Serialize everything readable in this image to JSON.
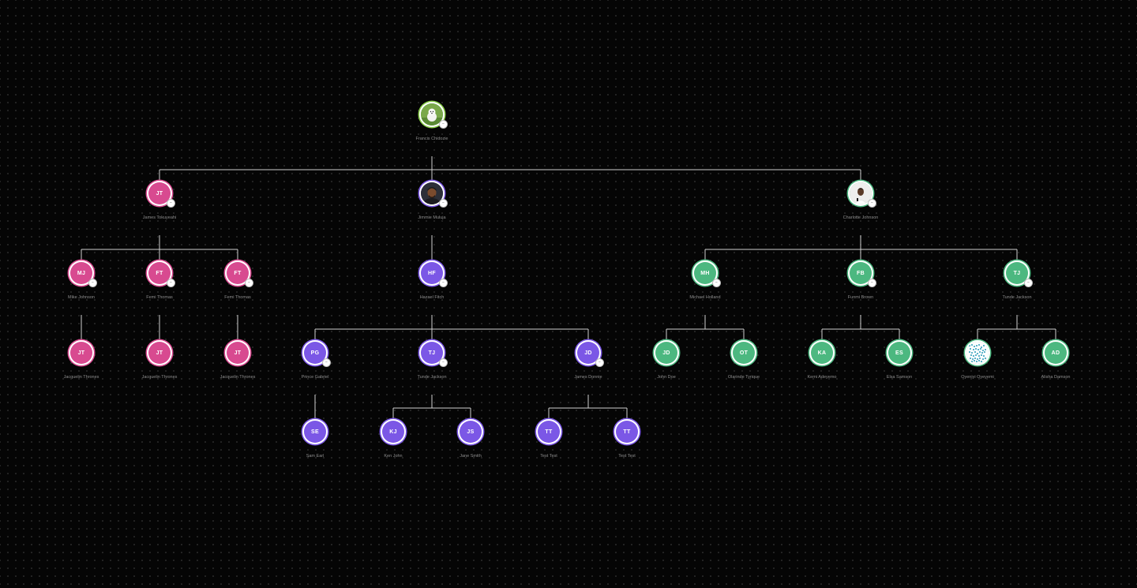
{
  "org_chart": {
    "colors": {
      "background": "#050505",
      "grid_dot": "#262626",
      "connector": "#cfcfcf",
      "pink": "#d84a90",
      "purple": "#7b57e6",
      "green": "#4cb880",
      "lime_ring": "#8bd04a",
      "name_text": "#8e8e8e"
    },
    "nodes": [
      {
        "id": "francis",
        "parent": null,
        "name": "Francis Chidozie",
        "initials": "",
        "photo": "dog-photo-icon",
        "group": "green",
        "ring": "lime",
        "toggle": true
      },
      {
        "id": "james_t",
        "parent": "francis",
        "name": "James Tokuyeahi",
        "initials": "JT",
        "group": "pink",
        "toggle": true
      },
      {
        "id": "jamie",
        "parent": "francis",
        "name": "Jimmie Muluja",
        "initials": "",
        "photo": "man-photo-icon",
        "group": "purple",
        "toggle": true
      },
      {
        "id": "charlotte",
        "parent": "francis",
        "name": "Charlotte Johnson",
        "initials": "",
        "photo": "person-photo-icon",
        "group": "green",
        "toggle": true
      },
      {
        "id": "mike",
        "parent": "james_t",
        "name": "Mike Johnson",
        "initials": "MJ",
        "group": "pink",
        "toggle": true
      },
      {
        "id": "femi1",
        "parent": "james_t",
        "name": "Femi Thomas",
        "initials": "FT",
        "group": "pink",
        "toggle": true
      },
      {
        "id": "femi2",
        "parent": "james_t",
        "name": "Femi Thomas",
        "initials": "FT",
        "group": "pink",
        "toggle": true
      },
      {
        "id": "jaq1",
        "parent": "mike",
        "name": "Jacquelin Thrones",
        "initials": "JT",
        "group": "pink",
        "toggle": false
      },
      {
        "id": "jaq2",
        "parent": "femi1",
        "name": "Jacquelin Thrones",
        "initials": "JT",
        "group": "pink",
        "toggle": false
      },
      {
        "id": "jaq3",
        "parent": "femi2",
        "name": "Jacquelin Thrones",
        "initials": "JT",
        "group": "pink",
        "toggle": false
      },
      {
        "id": "hazel",
        "parent": "jamie",
        "name": "Hazael Fitch",
        "initials": "HF",
        "group": "purple",
        "toggle": true
      },
      {
        "id": "prince",
        "parent": "hazel",
        "name": "Prince Gabriel",
        "initials": "PG",
        "group": "purple",
        "toggle": true
      },
      {
        "id": "tunde1",
        "parent": "hazel",
        "name": "Tunde Jackson",
        "initials": "TJ",
        "group": "purple",
        "toggle": true
      },
      {
        "id": "jamesd",
        "parent": "hazel",
        "name": "James Donnie",
        "initials": "JD",
        "group": "purple",
        "toggle": true
      },
      {
        "id": "sam",
        "parent": "prince",
        "name": "Sam Earl",
        "initials": "SE",
        "group": "purple",
        "toggle": false
      },
      {
        "id": "ken",
        "parent": "tunde1",
        "name": "Ken John",
        "initials": "KJ",
        "group": "purple",
        "toggle": false
      },
      {
        "id": "jane",
        "parent": "tunde1",
        "name": "Jane Smith",
        "initials": "JS",
        "group": "purple",
        "toggle": false
      },
      {
        "id": "test1",
        "parent": "jamesd",
        "name": "Test Test",
        "initials": "TT",
        "group": "purple",
        "toggle": false
      },
      {
        "id": "test2",
        "parent": "jamesd",
        "name": "Test Test",
        "initials": "TT",
        "group": "purple",
        "toggle": false
      },
      {
        "id": "michael",
        "parent": "charlotte",
        "name": "Michael Holland",
        "initials": "MH",
        "group": "green",
        "toggle": true
      },
      {
        "id": "funmi",
        "parent": "charlotte",
        "name": "Funmi Brown",
        "initials": "FB",
        "group": "green",
        "toggle": true
      },
      {
        "id": "tunde2",
        "parent": "charlotte",
        "name": "Tunde Jackson",
        "initials": "TJ",
        "group": "green",
        "toggle": true
      },
      {
        "id": "john",
        "parent": "michael",
        "name": "John Doe",
        "initials": "JD",
        "group": "green",
        "toggle": false
      },
      {
        "id": "olarinde",
        "parent": "michael",
        "name": "Olarinde Tyrique",
        "initials": "OT",
        "group": "green",
        "toggle": false
      },
      {
        "id": "kemi",
        "parent": "funmi",
        "name": "Kemi Adeyemo",
        "initials": "KA",
        "group": "green",
        "toggle": false
      },
      {
        "id": "elsa",
        "parent": "funmi",
        "name": "Elsa Samson",
        "initials": "ES",
        "group": "green",
        "toggle": false
      },
      {
        "id": "oyeniyi",
        "parent": "tunde2",
        "name": "Oyeniyi Oyeyemi",
        "initials": "",
        "photo": "qr-pattern-icon",
        "group": "green",
        "toggle": false
      },
      {
        "id": "aloha",
        "parent": "tunde2",
        "name": "Alisha Damson",
        "initials": "AD",
        "group": "green",
        "toggle": false
      }
    ]
  }
}
